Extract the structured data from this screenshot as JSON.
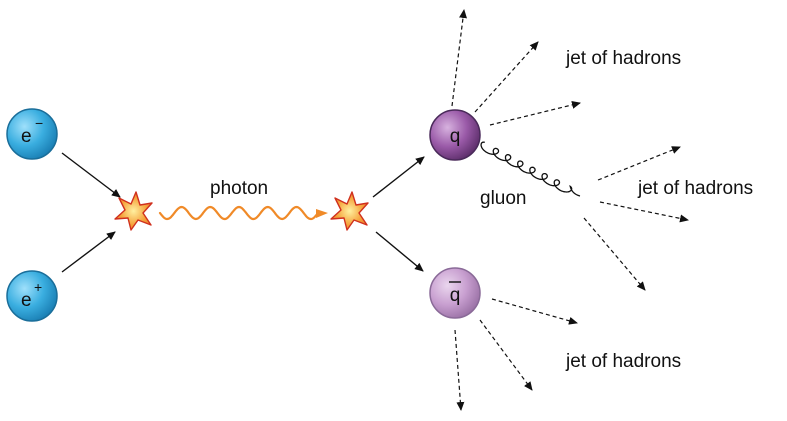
{
  "particles": {
    "electron": {
      "letter": "e",
      "charge": "−"
    },
    "positron": {
      "letter": "e",
      "charge": "+"
    },
    "quark": {
      "letter": "q"
    },
    "antiquark": {
      "letter": "q"
    }
  },
  "labels": {
    "photon": "photon",
    "gluon": "gluon",
    "jet_top": "jet of hadrons",
    "jet_middle": "jet of hadrons",
    "jet_bottom": "jet of hadrons"
  },
  "colors": {
    "lepton": "#3aaee0",
    "lepton_edge": "#1a6e9a",
    "quark": "#9a5aa8",
    "quark_edge": "#4a2a5a",
    "antiquark": "#c89fd0",
    "antiquark_edge": "#8a6a98",
    "photon_wave": "#f08a28",
    "vertex_fill": "#f5a23a",
    "vertex_edge": "#d0301e",
    "arrow": "#111111"
  },
  "icons": {
    "vertex": "starburst-icon",
    "photon": "wavy-line",
    "gluon": "coil-line"
  }
}
